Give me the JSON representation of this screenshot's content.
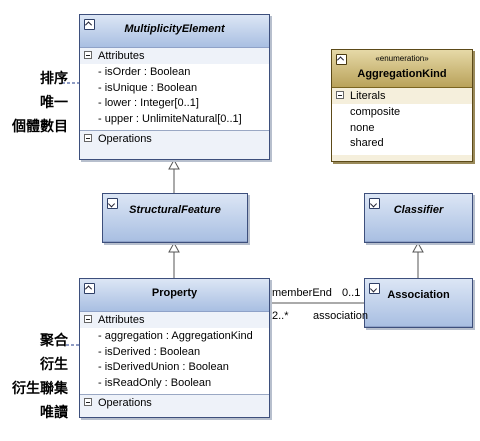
{
  "classes": {
    "multiplicity_element": {
      "name": "MultiplicityElement",
      "attributes_label": "Attributes",
      "attributes": [
        "- isOrder : Boolean",
        "- isUnique : Boolean",
        "- lower : Integer[0..1]",
        "- upper : UnlimiteNatural[0..1]"
      ],
      "operations_label": "Operations"
    },
    "structural_feature": {
      "name": "StructuralFeature"
    },
    "property": {
      "name": "Property",
      "attributes_label": "Attributes",
      "attributes": [
        "- aggregation : AggregationKind",
        "- isDerived : Boolean",
        "- isDerivedUnion : Boolean",
        "- isReadOnly : Boolean"
      ],
      "operations_label": "Operations"
    },
    "classifier": {
      "name": "Classifier"
    },
    "association": {
      "name": "Association"
    },
    "aggregation_kind": {
      "stereotype": "«enumeration»",
      "name": "AggregationKind",
      "literals_label": "Literals",
      "literals": [
        "composite",
        "none",
        "shared"
      ]
    }
  },
  "association_labels": {
    "end1_role": "memberEnd",
    "end1_mult": "0..1",
    "end2_mult": "2..*",
    "end2_role": "association"
  },
  "annotations": {
    "multiplicity": [
      "排序",
      "唯一",
      "個體數目"
    ],
    "property": [
      "聚合",
      "衍生",
      "衍生聯集",
      "唯讀"
    ]
  },
  "colors": {
    "class_header": "#a9bfe2",
    "class_border": "#3d4f7c",
    "enum_header": "#b9a25a",
    "annotation_arrow": "#1f3a8a"
  }
}
